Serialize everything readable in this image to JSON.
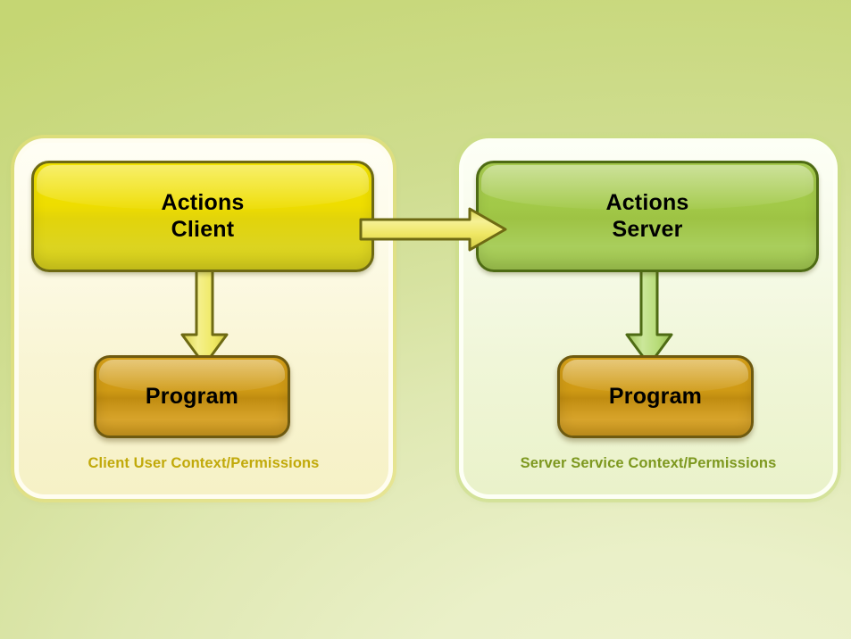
{
  "diagram": {
    "title": "Actions Client/Server Context Diagram",
    "background_color": "#c5d673",
    "panels": [
      {
        "id": "client",
        "name": "Client Context Panel",
        "actions_box": {
          "line1": "Actions",
          "line2": "Client",
          "color": "#e2d40a"
        },
        "program_box": {
          "label": "Program",
          "color": "#cf9a15"
        },
        "context_label": "Client User Context/Permissions",
        "context_label_color": "#c1a90a",
        "down_arrow_color": "#ece86a"
      },
      {
        "id": "server",
        "name": "Server Context Panel",
        "actions_box": {
          "line1": "Actions",
          "line2": "Server",
          "color": "#a2c948"
        },
        "program_box": {
          "label": "Program",
          "color": "#cf9a15"
        },
        "context_label": "Server Service Context/Permissions",
        "context_label_color": "#7d981f",
        "down_arrow_color": "#b9da79"
      }
    ],
    "connector": {
      "name": "client-to-server-arrow",
      "direction": "right",
      "color": "#efe75e",
      "outline_color": "#7a7412"
    }
  }
}
